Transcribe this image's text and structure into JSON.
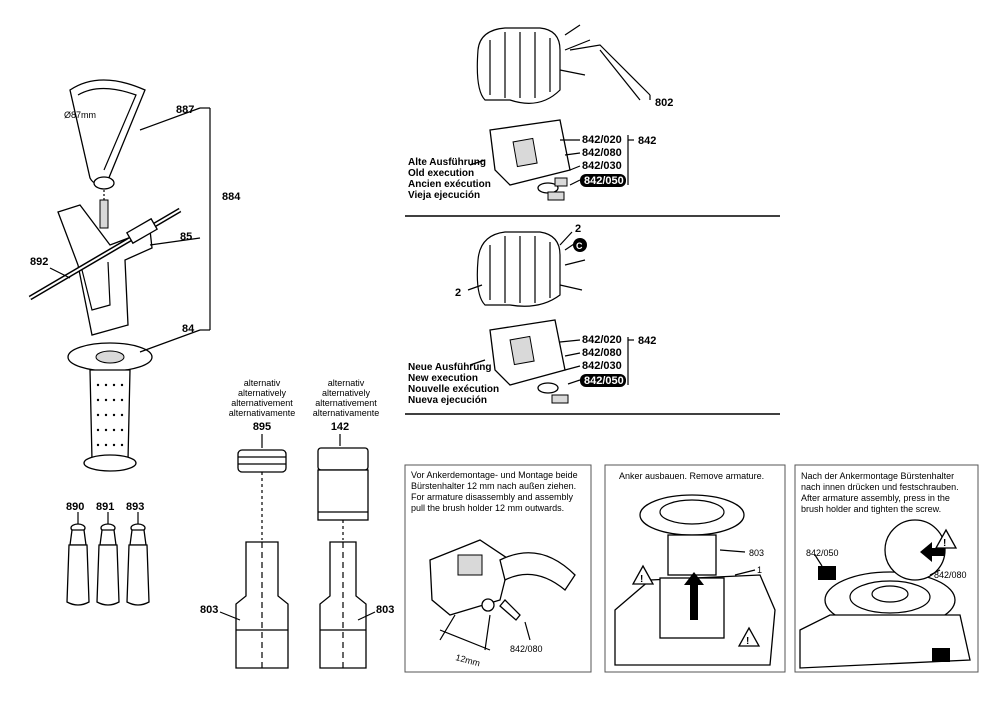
{
  "parts": {
    "p887": "887",
    "p884": "884",
    "p85": "85",
    "p892": "892",
    "p84": "84",
    "diameter": "Ø87mm",
    "p890": "890",
    "p891": "891",
    "p893": "893",
    "p895": "895",
    "p142": "142",
    "p803a": "803",
    "p803b": "803",
    "p802": "802",
    "p842a": "842",
    "p842b": "842",
    "p842_020a": "842/020",
    "p842_080a": "842/080",
    "p842_030a": "842/030",
    "p842_050a": "842/050",
    "p842_020b": "842/020",
    "p842_080b": "842/080",
    "p842_030b": "842/030",
    "p842_050b": "842/050",
    "p2a": "2",
    "p2b": "2",
    "pC": "C"
  },
  "alternative_labels": [
    "alternativ",
    "alternatively",
    "alternativement",
    "alternativamente"
  ],
  "old_execution": [
    "Alte Ausführung",
    "Old execution",
    "Ancien exécution",
    "Vieja ejecución"
  ],
  "new_execution": [
    "Neue Ausführung",
    "New execution",
    "Nouvelle exécution",
    "Nueva ejecución"
  ],
  "instructions": {
    "panel1": [
      "Vor Ankerdemontage- und Montage beide",
      "Bürstenhalter 12 mm nach außen ziehen.",
      "For armature disassembly and assembly",
      "pull the brush holder 12 mm outwards."
    ],
    "panel1_dim": "12mm",
    "panel1_part": "842/080",
    "panel2": [
      "Anker ausbauen. Remove armature."
    ],
    "panel2_part803": "803",
    "panel2_part1": "1",
    "panel3": [
      "Nach der Ankermontage Bürstenhalter",
      "nach innen drücken und festschrauben.",
      "After armature assembly, press in the",
      "brush holder and tighten the screw."
    ],
    "panel3_part050": "842/050",
    "panel3_part080": "842/080"
  }
}
